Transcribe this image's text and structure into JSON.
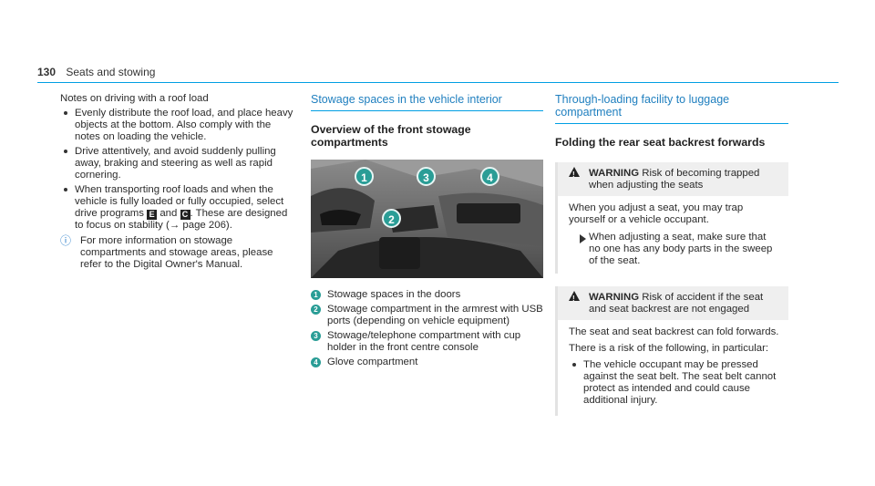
{
  "header": {
    "page_number": "130",
    "section": "Seats and stowing"
  },
  "col1": {
    "intro": "Notes on driving with a roof load",
    "bullets": [
      "Evenly distribute the roof load, and place heavy objects at the bottom. Also comply with the notes on loading the vehicle.",
      "Drive attentively, and avoid suddenly pulling away, braking and steering as well as rapid cornering."
    ],
    "bullet3": {
      "before": "When transporting roof loads and when the vehicle is fully loaded or fully occupied, select drive programs",
      "key1": "E",
      "mid": "and",
      "key2": "C",
      "after": ". These are designed to focus on stability (",
      "ref": "→ page 206",
      "end": ")."
    },
    "note_icon": "info-icon",
    "note": "For more information on stowage compartments and stowage areas, please refer to the Digital Owner's Manual."
  },
  "col2": {
    "section_title": "Stowage spaces in the vehicle interior",
    "subtitle": "Overview of the front stowage compartments",
    "callouts": [
      "1",
      "2",
      "3",
      "4"
    ],
    "items": [
      {
        "num": "1",
        "text": "Stowage spaces in the doors"
      },
      {
        "num": "2",
        "text": "Stowage compartment in the armrest with USB ports (depending on vehicle equipment)"
      },
      {
        "num": "3",
        "text": "Stowage/telephone compartment with cup holder in the front centre console"
      },
      {
        "num": "4",
        "text": "Glove compartment"
      }
    ]
  },
  "col3": {
    "section_title": "Through-loading facility to luggage compartment",
    "subtitle": "Folding the rear seat backrest forwards",
    "warning1": {
      "label": "WARNING",
      "heading": "Risk of becoming trapped when adjusting the seats",
      "body": "When you adjust a seat, you may trap yourself or a vehicle occupant.",
      "action": "When adjusting a seat, make sure that no one has any body parts in the sweep of the seat."
    },
    "warning2": {
      "label": "WARNING",
      "heading": "Risk of accident if the seat and seat backrest are not engaged",
      "body1": "The seat and seat backrest can fold forwards.",
      "body2": "There is a risk of the following, in particular:",
      "bullet": "The vehicle occupant may be pressed against the seat belt. The seat belt cannot protect as intended and could cause additional injury."
    }
  },
  "colors": {
    "accent_blue": "#009fe3",
    "callout_teal": "#2a9d96"
  }
}
